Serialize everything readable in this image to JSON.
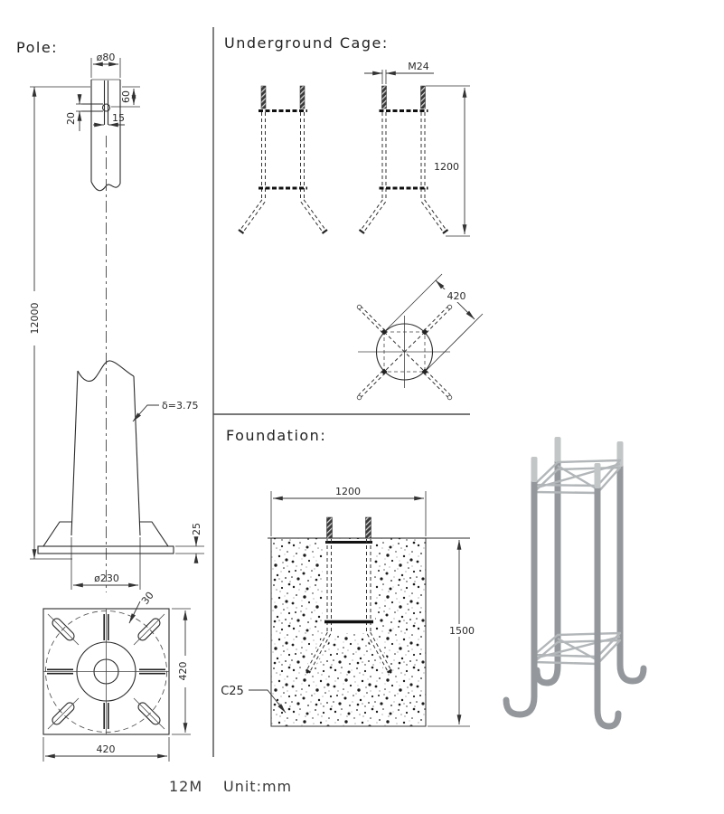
{
  "sections": {
    "pole_title": "Pole:",
    "cage_title": "Underground Cage:",
    "foundation_title": "Foundation:"
  },
  "footer": {
    "model": "12M",
    "unit_label": "Unit:mm"
  },
  "pole_dims": {
    "top_diameter": "ø80",
    "tip_length": "60",
    "hook_offset": "20",
    "hook_width": "15",
    "total_length": "12000",
    "wall_thickness": "δ=3.75",
    "base_plate_thickness": "25",
    "base_diameter": "ø230",
    "slot_width": "30",
    "base_plate_width": "420",
    "base_plate_depth": "420"
  },
  "cage_dims": {
    "anchor_thread": "M24",
    "cage_length": "1200",
    "bolt_spacing_diagonal": "420"
  },
  "foundation_dims": {
    "width": "1200",
    "depth": "1500",
    "concrete_grade": "C25"
  }
}
